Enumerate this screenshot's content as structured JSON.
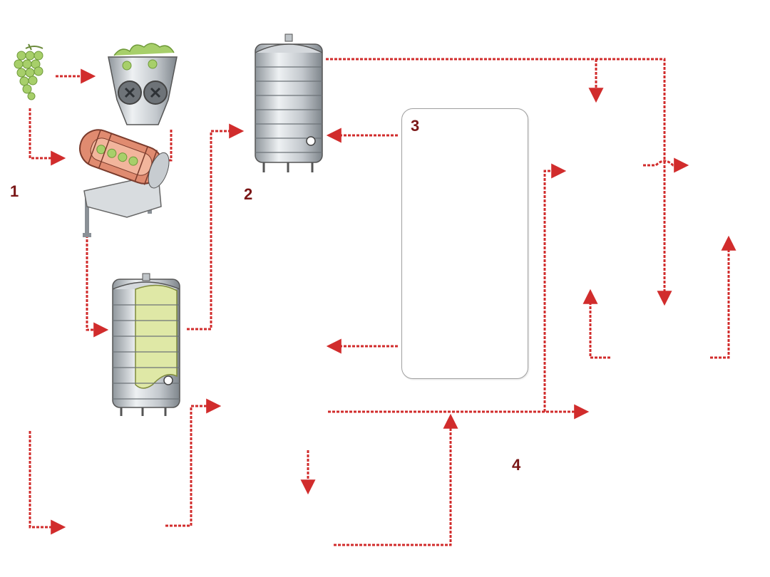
{
  "labels": {
    "step1": "1",
    "step2": "2",
    "step3": "3",
    "step4": "4"
  },
  "colors": {
    "flow_arrow": "#d12c2c",
    "label_text": "#7a1616",
    "steel": "#c8cdd2",
    "white_must": "#dfe8a6",
    "red_wine": "#7a2c22",
    "white_grapes": "#a7cf6a",
    "red_grapes": "#5a4e8e",
    "barrel_wood": "#c98a52"
  },
  "icons": [
    "white-grapes-icon",
    "red-grapes-icon",
    "crusher-destemmer-icon",
    "pneumatic-press-icon",
    "crusher-machine-icon",
    "settling-tank-icon",
    "storage-tank-icon",
    "fermentation-tank-icon",
    "double-fermentation-tank-icon",
    "finishing-tank-icon",
    "oak-barrels-icon",
    "bottling-machine-icon"
  ]
}
